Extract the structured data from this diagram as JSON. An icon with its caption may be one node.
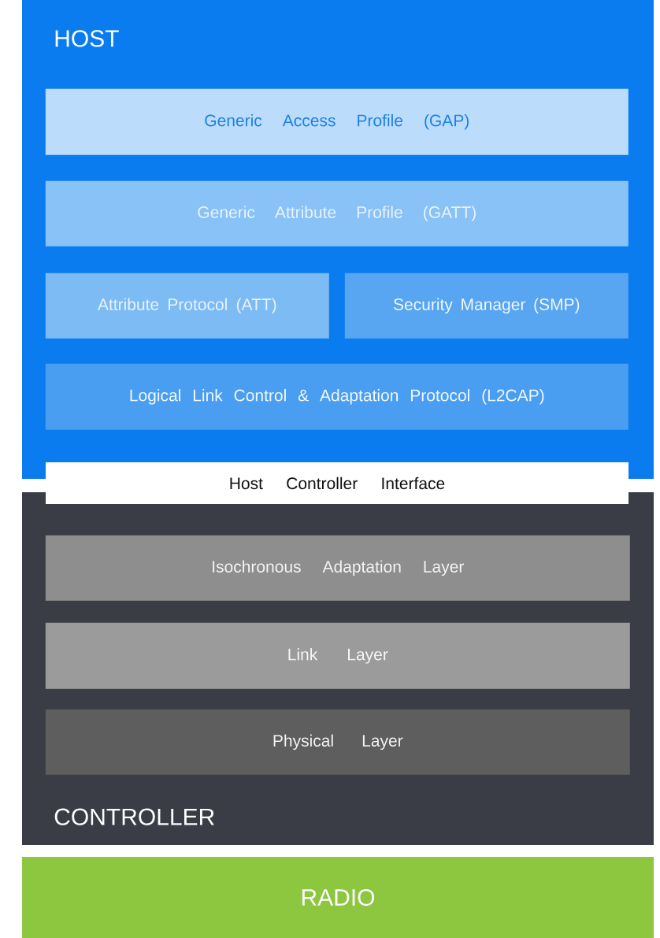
{
  "diagram": {
    "nodes": [
      {
        "text": [
          "HOST"
        ]
      },
      {
        "text": [
          "Generic Access Profile (GAP)"
        ],
        "in": 0
      },
      {
        "text": [
          "Generic Attribute Profile (GATT)"
        ],
        "in": 0
      },
      {
        "text": [
          "Attribute Protocol (ATT)"
        ],
        "in": 0
      },
      {
        "text": [
          "Security Manager (SMP)"
        ],
        "in": 0
      },
      {
        "text": [
          "Logical Link Control & Adaptation Protocol (L2CAP)"
        ],
        "in": 0
      },
      {
        "text": [
          "Host Controller Interface"
        ]
      },
      {
        "text": [
          "CONTROLLER"
        ]
      },
      {
        "text": [
          "Isochronous Adaptation Layer"
        ],
        "in": 7
      },
      {
        "text": [
          "Link Layer"
        ],
        "in": 7
      },
      {
        "text": [
          "Physical Layer"
        ],
        "in": 7
      },
      {
        "text": [
          "RADIO"
        ]
      }
    ]
  }
}
